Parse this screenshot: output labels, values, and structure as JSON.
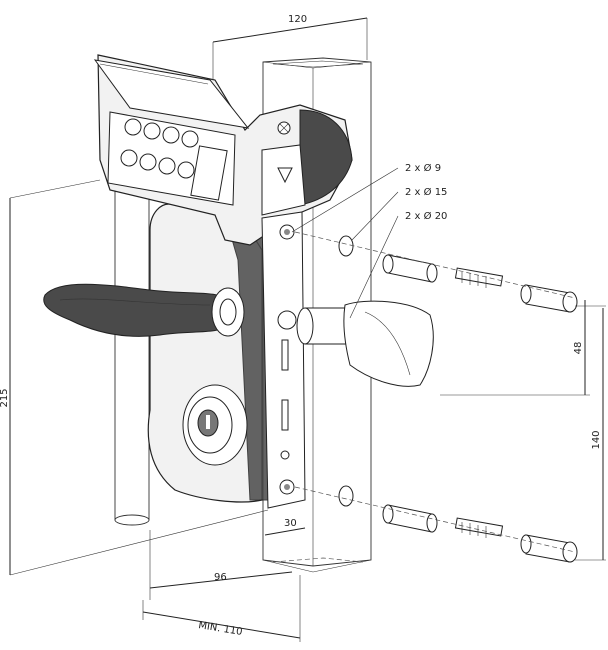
{
  "dimensions": {
    "width_top": "120",
    "height_total": "215",
    "height_between_fixings": "140",
    "height_handle_offset": "48",
    "depth_profile": "30",
    "backset": "96",
    "min_post": "MIN. 110"
  },
  "annotations": {
    "hole_small": "2 x Ø 9",
    "hole_medium": "2 x Ø 15",
    "hole_large": "2 x Ø 20"
  },
  "icons": {
    "keypad": "keypad-icon",
    "warning": "warning-triangle-icon",
    "screw": "bolt-icon"
  }
}
